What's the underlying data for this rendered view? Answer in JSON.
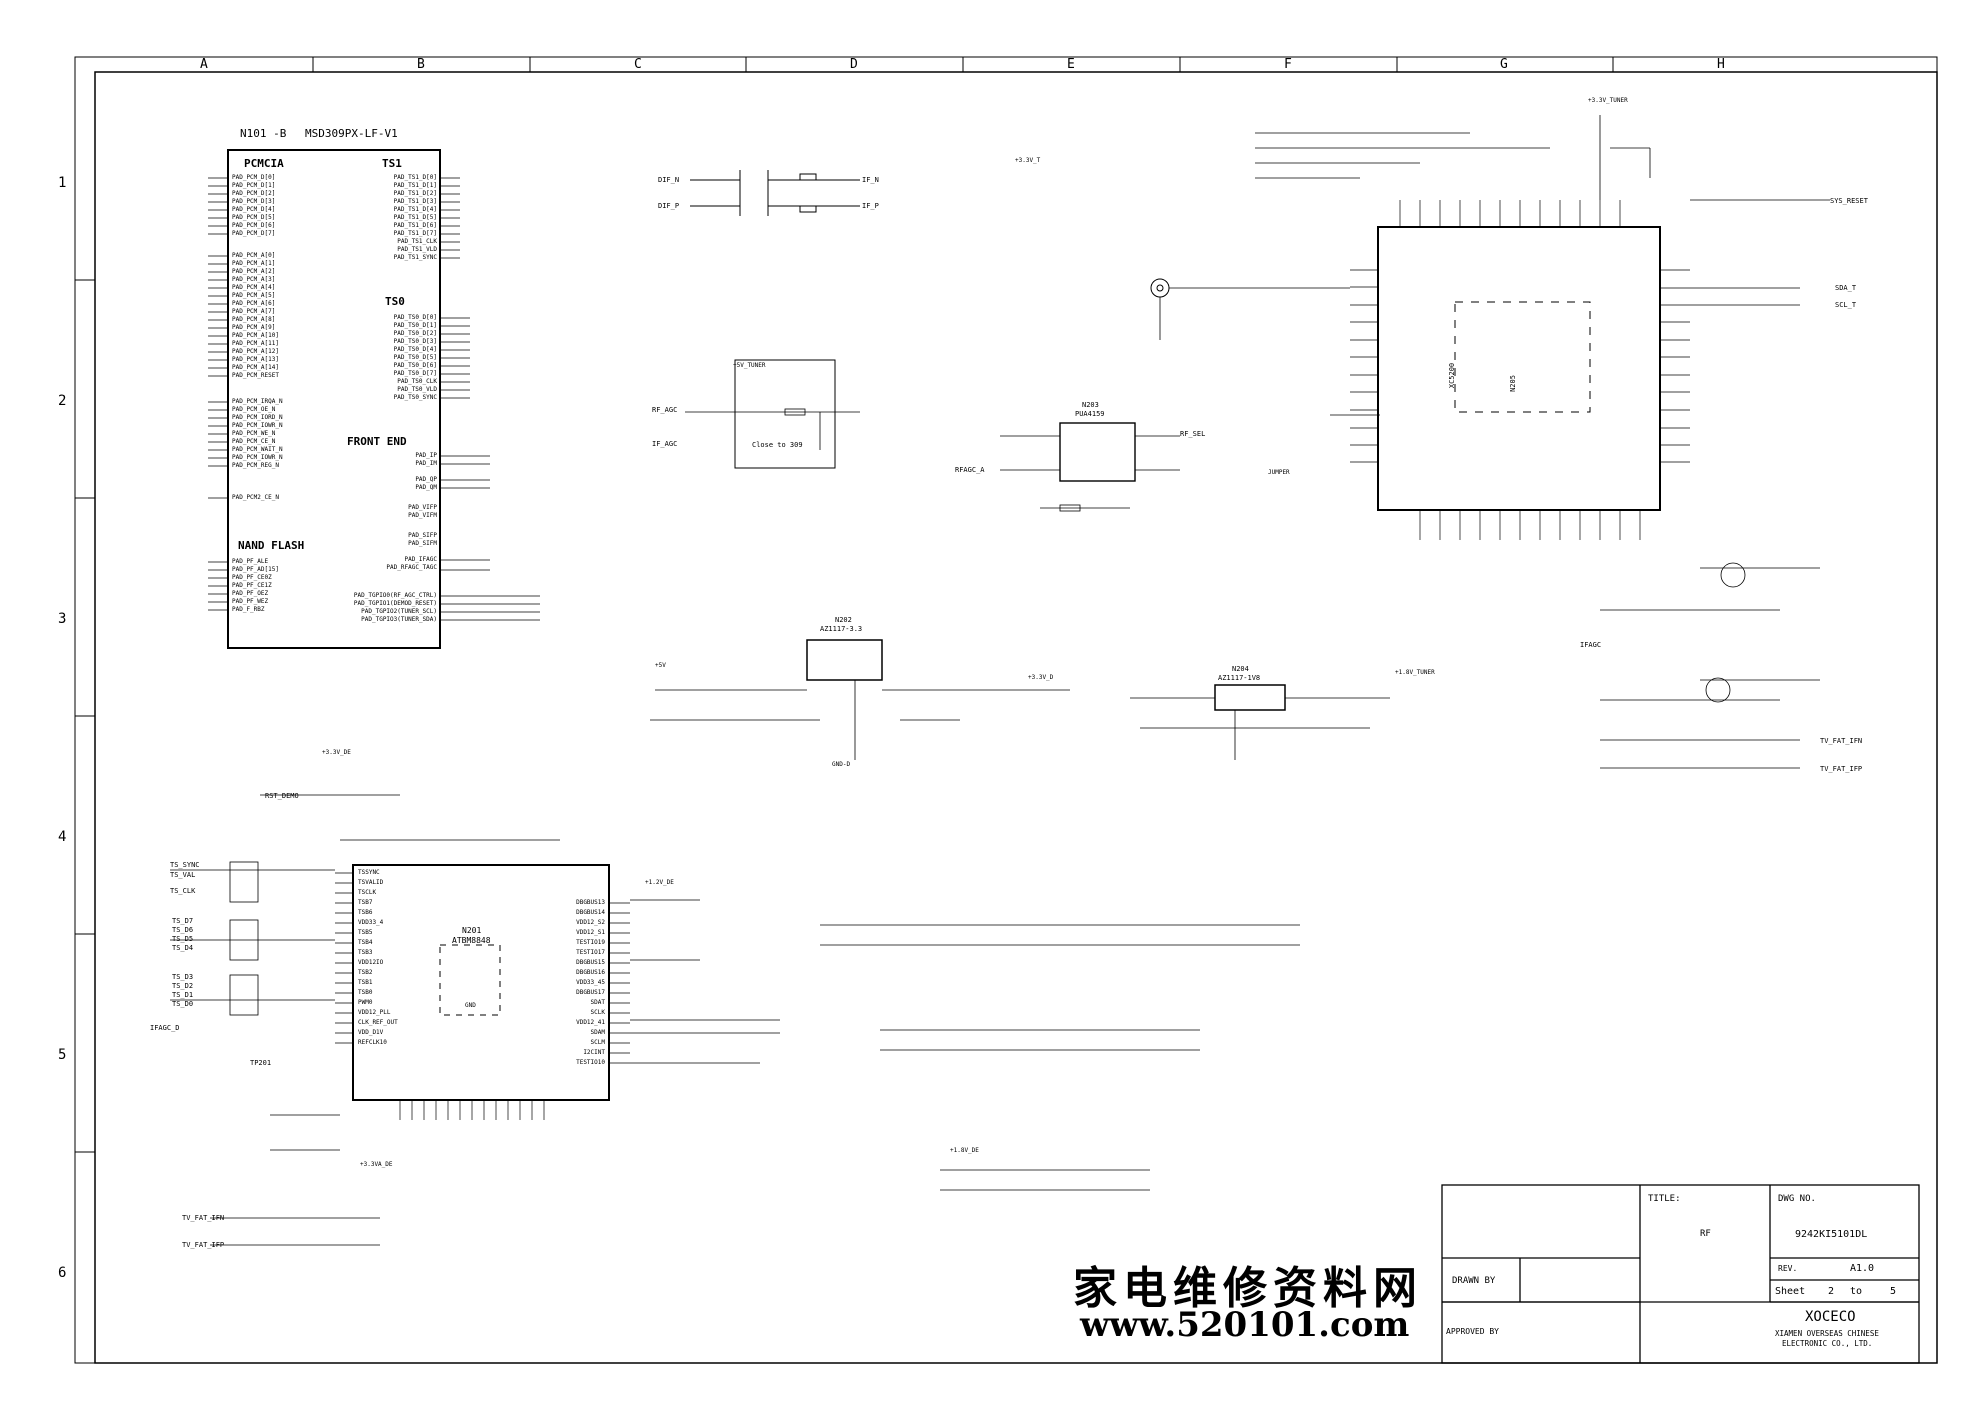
{
  "columns": [
    "A",
    "B",
    "C",
    "D",
    "E",
    "F",
    "G",
    "H"
  ],
  "rows": [
    "1",
    "2",
    "3",
    "4",
    "5",
    "6"
  ],
  "mainIc": {
    "ref": "N101 -B",
    "part": "MSD309PX-LF-V1",
    "sections": [
      "PCMCIA",
      "TS1",
      "TS0",
      "FRONT END",
      "NAND FLASH"
    ],
    "pcmcia_pins": [
      "PAD_PCM_D[0]",
      "PAD_PCM_D[1]",
      "PAD_PCM_D[2]",
      "PAD_PCM_D[3]",
      "PAD_PCM_D[4]",
      "PAD_PCM_D[5]",
      "PAD_PCM_D[6]",
      "PAD_PCM_D[7]",
      "PAD_PCM_A[0]",
      "PAD_PCM_A[1]",
      "PAD_PCM_A[2]",
      "PAD_PCM_A[3]",
      "PAD_PCM_A[4]",
      "PAD_PCM_A[5]",
      "PAD_PCM_A[6]",
      "PAD_PCM_A[7]",
      "PAD_PCM_A[8]",
      "PAD_PCM_A[9]",
      "PAD_PCM_A[10]",
      "PAD_PCM_A[11]",
      "PAD_PCM_A[12]",
      "PAD_PCM_A[13]",
      "PAD_PCM_A[14]",
      "PAD_PCM_RESET",
      "PAD_PCM_IRQA_N",
      "PAD_PCM_OE_N",
      "PAD_PCM_IORD_N",
      "PAD_PCM_IOWR_N",
      "PAD_PCM_WE_N",
      "PAD_PCM_CE_N",
      "PAD_PCM_WAIT_N",
      "PAD_PCM_IOWR_N",
      "PAD_PCM_REG_N",
      "PAD_PCM2_CE_N"
    ],
    "nand_pins": [
      "PAD_PF_ALE",
      "PAD_PF_AD[15]",
      "PAD_PF_CE0Z",
      "PAD_PF_CE1Z",
      "PAD_PF_OEZ",
      "PAD_PF_WEZ",
      "PAD_F_RBZ"
    ],
    "ts1_pins": [
      "PAD_TS1_D[0]",
      "PAD_TS1_D[1]",
      "PAD_TS1_D[2]",
      "PAD_TS1_D[3]",
      "PAD_TS1_D[4]",
      "PAD_TS1_D[5]",
      "PAD_TS1_D[6]",
      "PAD_TS1_D[7]",
      "PAD_TS1_CLK",
      "PAD_TS1_VLD",
      "PAD_TS1_SYNC"
    ],
    "ts0_pins": [
      "PAD_TS0_D[0]",
      "PAD_TS0_D[1]",
      "PAD_TS0_D[2]",
      "PAD_TS0_D[3]",
      "PAD_TS0_D[4]",
      "PAD_TS0_D[5]",
      "PAD_TS0_D[6]",
      "PAD_TS0_D[7]",
      "PAD_TS0_CLK",
      "PAD_TS0_VLD",
      "PAD_TS0_SYNC"
    ],
    "fe_pins": [
      "PAD_IP",
      "PAD_IM",
      "PAD_QP",
      "PAD_QM",
      "PAD_VIFP",
      "PAD_VIFM",
      "PAD_SIFP",
      "PAD_SIFM",
      "PAD_IFAGC",
      "PAD_RFAGC_TAGC",
      "PAD_TGPIO0(RF_AGC_CTRL)",
      "PAD_TGPIO1(DEMOD_RESET)",
      "PAD_TGPIO2(TUNER_SCL)",
      "PAD_TGPIO3(TUNER_SDA)"
    ]
  },
  "demod": {
    "ref": "N201",
    "part": "ATBM8848",
    "left_pins": [
      "TSSYNC",
      "TSVALID",
      "TSCLK",
      "TSB7",
      "TSB6",
      "VDD33_4",
      "TSB5",
      "TSB4",
      "TSB3",
      "VDD12IO",
      "TSB2",
      "TSB1",
      "TSB0",
      "PWM0",
      "VDD12_PLL",
      "CLK_REF_OUT",
      "VDD_D1V",
      "REFCLK10"
    ],
    "right_pins": [
      "DBGBUS13",
      "DBGBUS14",
      "VDD12_S2",
      "VDD12_S1",
      "TESTIO19",
      "TESTIO17",
      "DBGBUS15",
      "DBGBUS16",
      "VDD33_45",
      "DBGBUS17",
      "SDAT",
      "SCLK",
      "VDD12_41",
      "SDAM",
      "SCLM",
      "I2CINT",
      "TESTIO10"
    ]
  },
  "tuner": {
    "ref": "N205",
    "part": "XC5200",
    "gnd_label": "GND"
  },
  "labels": [
    "DIF_N",
    "DIF_P",
    "IF_N",
    "IF_P",
    "RF_AGC",
    "IF_AGC",
    "IFAGC_D",
    "IFAGC",
    "RFAGC_A",
    "RF_SEL",
    "SDA_T",
    "SCL_T",
    "SYS_RESET",
    "TV_FAT_IFN",
    "TV_FAT_IFP",
    "RST_DEMO",
    "TS_SYNC",
    "TS_VAL",
    "TS_CLK",
    "TS_D7",
    "TS_D6",
    "TS_D5",
    "TS_D4",
    "TS_D3",
    "TS_D2",
    "TS_D1",
    "TS_D0",
    "TP201",
    "Close to 309",
    "JUMPER",
    "GND-D"
  ],
  "regulators": [
    {
      "ref": "N202",
      "part": "AZ1117-3.3"
    },
    {
      "ref": "N204",
      "part": "AZ1117-1V8"
    },
    {
      "ref": "N203",
      "part": "PUA4159"
    }
  ],
  "rails": [
    "+5V",
    "+5V_TUNER",
    "+3.3V_T",
    "+3.3V_DE",
    "+1.2V_DE",
    "+1.8V_TUNER",
    "+3.3V_TUNER",
    "+3.3V_D",
    "+3.3VA_DE",
    "+1.8V_DE"
  ],
  "titleBlock": {
    "title_label": "TITLE:",
    "title_value": "RF",
    "dwg_label": "DWG NO.",
    "dwg_value": "9242KI5101DL",
    "drawn_label": "DRAWN BY",
    "approved_label": "APPROVED BY",
    "rev_label": "REV.",
    "rev_value": "A1.0",
    "sheet_label": "Sheet",
    "sheet_num": "2",
    "sheet_to": "to",
    "sheet_total": "5",
    "company": "XOCECO",
    "company_full1": "XIAMEN OVERSEAS CHINESE",
    "company_full2": "ELECTRONIC CO., LTD."
  },
  "watermark": {
    "cn": "家电维修资料网",
    "url": "www.520101.com"
  }
}
